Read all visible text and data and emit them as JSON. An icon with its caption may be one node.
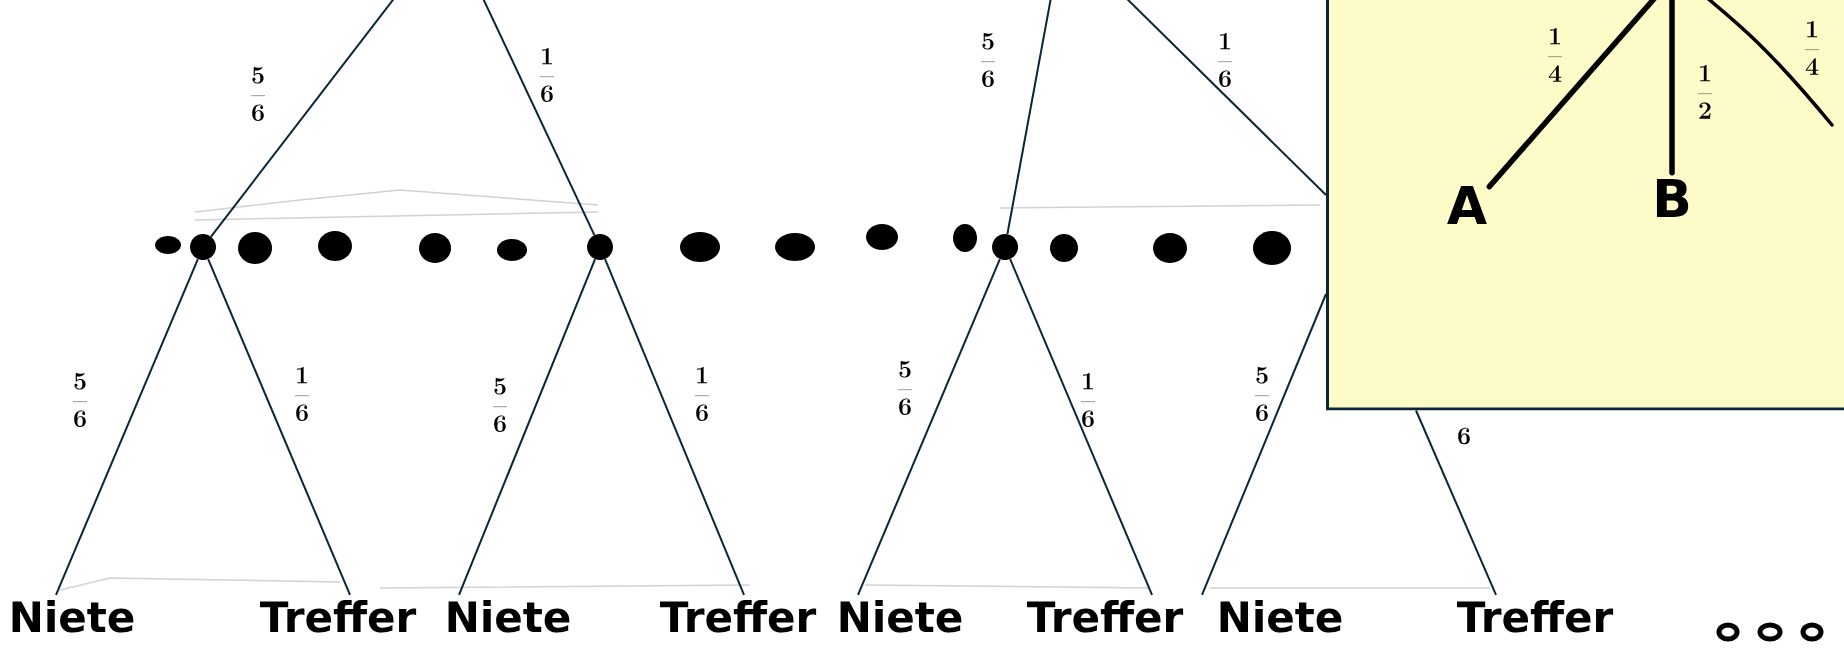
{
  "diagram": {
    "nodes": [
      {
        "text": [],
        "shape": "circle"
      },
      {
        "text": [],
        "shape": "circle"
      },
      {
        "text": [],
        "shape": "circle"
      },
      {
        "text": [
          "Niete"
        ]
      },
      {
        "text": [
          "Treffer"
        ]
      },
      {
        "text": [
          "Niete"
        ]
      },
      {
        "text": [
          "Treffer"
        ]
      },
      {
        "text": [
          "Niete"
        ]
      },
      {
        "text": [
          "Treffer"
        ]
      },
      {
        "text": [
          "Niete"
        ]
      },
      {
        "text": [
          "Treffer"
        ]
      },
      {
        "text": [],
        "shape": "box"
      },
      {
        "text": [
          "A"
        ],
        "in": 11
      },
      {
        "text": [
          "B"
        ],
        "in": 11
      }
    ],
    "edges": [
      {
        "from": null,
        "to": 0,
        "arrow": "none",
        "label": "\\frac{5}{6}"
      },
      {
        "from": null,
        "to": 1,
        "arrow": "none",
        "label": "\\frac{1}{6}"
      },
      {
        "from": null,
        "to": 2,
        "arrow": "none",
        "label": "\\frac{5}{6}"
      },
      {
        "from": 0,
        "to": 3,
        "arrow": "none",
        "label": "\\frac{5}{6}"
      },
      {
        "from": 0,
        "to": 4,
        "arrow": "none",
        "label": "\\frac{1}{6}"
      },
      {
        "from": 1,
        "to": 5,
        "arrow": "none",
        "label": "\\frac{5}{6}"
      },
      {
        "from": 1,
        "to": 6,
        "arrow": "none",
        "label": "\\frac{1}{6}"
      },
      {
        "from": 2,
        "to": 7,
        "arrow": "none",
        "label": "\\frac{5}{6}"
      },
      {
        "from": 2,
        "to": 8,
        "arrow": "none",
        "label": "\\frac{1}{6}"
      },
      {
        "from": 11,
        "to": 9,
        "arrow": "none",
        "label": "\\frac{5}{6}"
      },
      {
        "from": 11,
        "to": 10,
        "arrow": "none",
        "label": "6"
      },
      {
        "from": null,
        "to": 12,
        "arrow": "none",
        "label": "\\frac{1}{4}",
        "style": "thick",
        "color": "#000000"
      },
      {
        "from": null,
        "to": 13,
        "arrow": "none",
        "label": "\\frac{1}{2}",
        "style": "thick",
        "color": "#000000"
      },
      {
        "from": null,
        "to": 11,
        "arrow": "none",
        "label": "\\frac{1}{6}"
      }
    ],
    "labels": [
      "\\frac{1}{4}"
    ]
  }
}
